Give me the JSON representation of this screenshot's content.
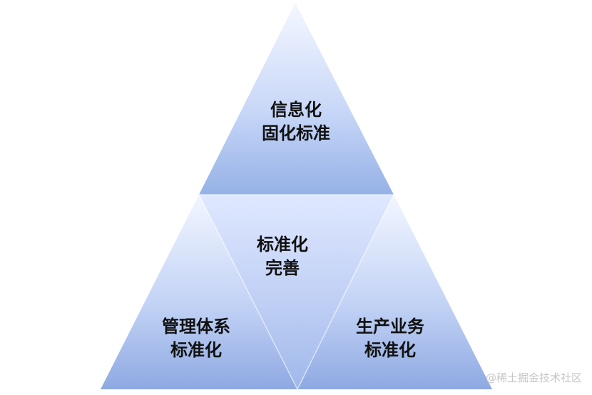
{
  "diagram": {
    "top": {
      "line1": "信息化",
      "line2": "固化标准"
    },
    "center": {
      "line1": "标准化",
      "line2": "完善"
    },
    "bottom_left": {
      "line1": "管理体系",
      "line2": "标准化"
    },
    "bottom_right": {
      "line1": "生产业务",
      "line2": "标准化"
    }
  },
  "colors": {
    "triangle_light": "#f3f6ff",
    "triangle_mid": "#c4d4f7",
    "triangle_dark": "#8aa8e3",
    "inverted_light": "#dfe7ff",
    "inverted_dark": "#9db6ea"
  },
  "watermark": "@稀土掘金技术社区"
}
